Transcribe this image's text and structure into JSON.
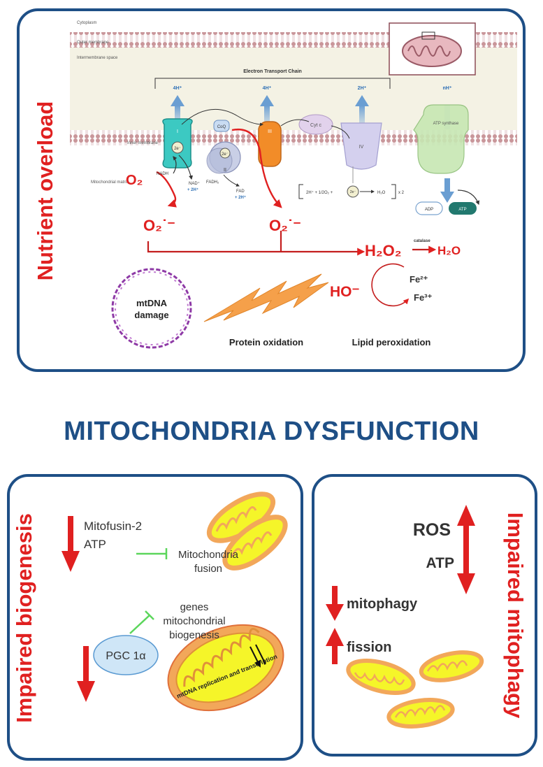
{
  "top_panel": {
    "side_label": "Nutrient overload",
    "cytoplasm": "Cytoplasm",
    "outer_membrane": "Outer membrane",
    "intermembrane_space": "Intermembrane space",
    "inner_membrane": "Inner membrane",
    "mitochondrial_matrix": "Mitochondrial matrix",
    "etc_title": "Electron Transport Chain",
    "protons": [
      "4H⁺",
      "4H⁺",
      "2H⁺",
      "nH⁺"
    ],
    "complex_I": "I",
    "complex_II": "II",
    "complex_III": "III",
    "complex_IV": "IV",
    "coq": "CoQ",
    "cytc": "Cyt c",
    "atp_synthase": "ATP synthase",
    "electron": "2e⁻",
    "nadh": "NADH",
    "nad_plus": "NAD⁺",
    "nad_h": "+ 2H⁺",
    "fadh2": "FADH₂",
    "fad": "FAD",
    "fad_h": "+ 2H⁺",
    "reaction_left": "2H⁺ + 1/2O₂ +",
    "reaction_right": "H₂O",
    "reaction_mult": "x 2",
    "adp": "ADP",
    "atp": "ATP",
    "o2": "O₂",
    "superoxide": "O₂˙⁻",
    "h2o2": "H₂O₂",
    "catalase": "catalase",
    "h2o": "H₂O",
    "hydroxyl": "HO⁻",
    "fe2": "Fe²⁺",
    "fe3": "Fe³⁺",
    "mtdna1": "mtDNA",
    "mtdna2": "damage",
    "protein_oxidation": "Protein oxidation",
    "lipid_peroxidation": "Lipid peroxidation"
  },
  "main_title": "MITOCHONDRIA DYSFUNCTION",
  "bottom_left": {
    "side_label": "Impaired biogenesis",
    "mitofusin": "Mitofusin-2",
    "atp": "ATP",
    "fusion1": "Mitochondria",
    "fusion2": "fusion",
    "genes1": "genes",
    "genes2": "mitochondrial",
    "genes3": "biogenesis",
    "pgc": "PGC 1α",
    "mtdna_text": "mtDNA replication and transcription"
  },
  "bottom_right": {
    "side_label": "Impaired mitophagy",
    "ros": "ROS",
    "atp": "ATP",
    "mitophagy": "mitophagy",
    "fission": "fission"
  },
  "colors": {
    "frame": "#1e4f86",
    "red": "#e02020",
    "mito_fill": "#f5f529",
    "mito_outer": "#f2a75a",
    "green": "#5bd65b"
  }
}
